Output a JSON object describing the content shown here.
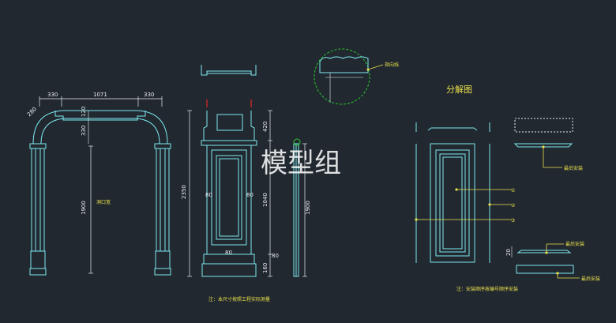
{
  "drawing": {
    "watermark": "模型组",
    "section_title": "分解图",
    "left_view": {
      "dim_top_left": "330",
      "dim_top_mid": "1071",
      "dim_top_right": "330",
      "dim_height": "1900",
      "dim_arch_a": "330",
      "dim_arch_b": "120",
      "dim_small_corner": "280",
      "opening_label": "洞口宽"
    },
    "mid_view": {
      "dim_total": "2350",
      "dim_top": "420",
      "dim_side_a": "80",
      "dim_side_b": "80",
      "dim_panel": "1040",
      "dim_base_a": "80",
      "dim_base_b": "80",
      "dim_foot": "160",
      "dim_right_height": "1900"
    },
    "notes": {
      "note_left": "注：本尺寸按照工程实际测量",
      "note_right": "注：安装顺序按编号顺序安装"
    },
    "detail": {
      "callout": "指向线"
    },
    "exploded": {
      "label_1": "最后安装",
      "label_2": "最后安装",
      "label_3": "最后安装",
      "num_1": "①",
      "num_2": "②",
      "num_3": "③",
      "dim_small": "20"
    }
  },
  "colors": {
    "background": "#212830",
    "cyan": "#7ee8ee",
    "white": "#e8eef0",
    "yellow": "#e8e04a",
    "green": "#28c828",
    "red": "#e02828"
  }
}
